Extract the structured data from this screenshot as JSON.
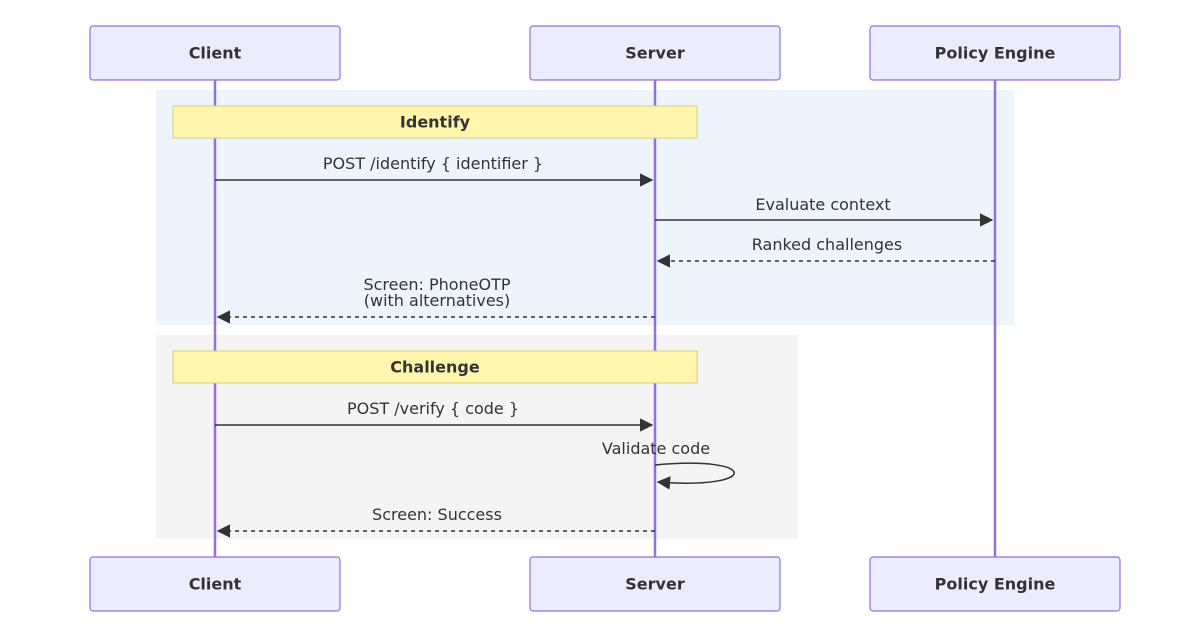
{
  "participants": [
    {
      "id": "client",
      "label": "Client"
    },
    {
      "id": "server",
      "label": "Server"
    },
    {
      "id": "policy",
      "label": "Policy Engine"
    }
  ],
  "sections": [
    {
      "id": "identify",
      "label": "Identify"
    },
    {
      "id": "challenge",
      "label": "Challenge"
    }
  ],
  "messages": [
    {
      "id": "post-identify",
      "from": "client",
      "to": "server",
      "style": "solid",
      "lines": [
        "POST /identify { identifier }"
      ]
    },
    {
      "id": "evaluate-context",
      "from": "server",
      "to": "policy",
      "style": "solid",
      "lines": [
        "Evaluate context"
      ]
    },
    {
      "id": "ranked-challenges",
      "from": "policy",
      "to": "server",
      "style": "dashed",
      "lines": [
        "Ranked challenges"
      ]
    },
    {
      "id": "screen-phoneotp",
      "from": "server",
      "to": "client",
      "style": "dashed",
      "lines": [
        "Screen: PhoneOTP",
        "(with alternatives)"
      ]
    },
    {
      "id": "post-verify",
      "from": "client",
      "to": "server",
      "style": "solid",
      "lines": [
        "POST /verify { code }"
      ]
    },
    {
      "id": "validate-code",
      "from": "server",
      "to": "server",
      "style": "solid",
      "lines": [
        "Validate code"
      ]
    },
    {
      "id": "screen-success",
      "from": "server",
      "to": "client",
      "style": "dashed",
      "lines": [
        "Screen: Success"
      ]
    }
  ]
}
